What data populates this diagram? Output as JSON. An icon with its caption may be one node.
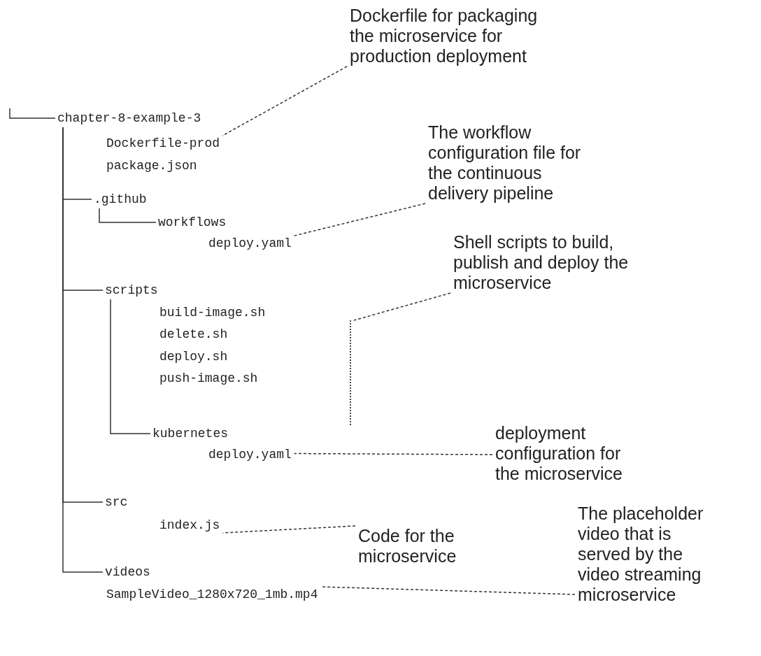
{
  "diagram": {
    "nodes": [
      {
        "text": [
          "chapter-8-example-3"
        ]
      },
      {
        "text": [
          "Dockerfile-prod"
        ]
      },
      {
        "text": [
          "package.json"
        ]
      },
      {
        "text": [
          ".github"
        ]
      },
      {
        "text": [
          "workflows"
        ]
      },
      {
        "text": [
          "deploy.yaml"
        ]
      },
      {
        "text": [
          "scripts"
        ]
      },
      {
        "text": [
          "build-image.sh"
        ]
      },
      {
        "text": [
          "delete.sh"
        ]
      },
      {
        "text": [
          "deploy.sh"
        ]
      },
      {
        "text": [
          "push-image.sh"
        ]
      },
      {
        "text": [],
        "shape": "bar"
      },
      {
        "text": [
          "kubernetes"
        ]
      },
      {
        "text": [
          "deploy.yaml"
        ]
      },
      {
        "text": [
          "src"
        ]
      },
      {
        "text": [
          "index.js"
        ]
      },
      {
        "text": [
          "videos"
        ]
      },
      {
        "text": [
          "SampleVideo_1280x720_1mb.mp4"
        ]
      },
      {
        "text": [
          "Dockerfile for packaging the microservice for production deployment"
        ]
      },
      {
        "text": [
          "The workflow configuration file for the continuous delivery pipeline"
        ]
      },
      {
        "text": [
          "Shell scripts to build, publish and deploy the microservice"
        ]
      },
      {
        "text": [
          "deployment configuration for the microservice"
        ]
      },
      {
        "text": [
          "Code for the microservice"
        ]
      },
      {
        "text": [
          "The placeholder video that is served by the video streaming microservice"
        ]
      }
    ],
    "edges": [
      {
        "from": null,
        "to": 0,
        "arrow": "none"
      },
      {
        "from": 0,
        "to": 3,
        "arrow": "none"
      },
      {
        "from": 3,
        "to": 4,
        "arrow": "none"
      },
      {
        "from": 0,
        "to": 6,
        "arrow": "none"
      },
      {
        "from": 6,
        "to": 12,
        "arrow": "none"
      },
      {
        "from": 0,
        "to": 14,
        "arrow": "none"
      },
      {
        "from": 0,
        "to": 16,
        "arrow": "none"
      },
      {
        "from": 18,
        "to": 1,
        "arrow": "none",
        "style": "dashed"
      },
      {
        "from": 19,
        "to": 5,
        "arrow": "none",
        "style": "dashed"
      },
      {
        "from": 20,
        "to": 11,
        "arrow": "none",
        "style": "dashed"
      },
      {
        "from": 21,
        "to": 13,
        "arrow": "none",
        "style": "dashed"
      },
      {
        "from": 22,
        "to": 15,
        "arrow": "none",
        "style": "dashed"
      },
      {
        "from": 23,
        "to": 17,
        "arrow": "none",
        "style": "dashed"
      }
    ]
  }
}
